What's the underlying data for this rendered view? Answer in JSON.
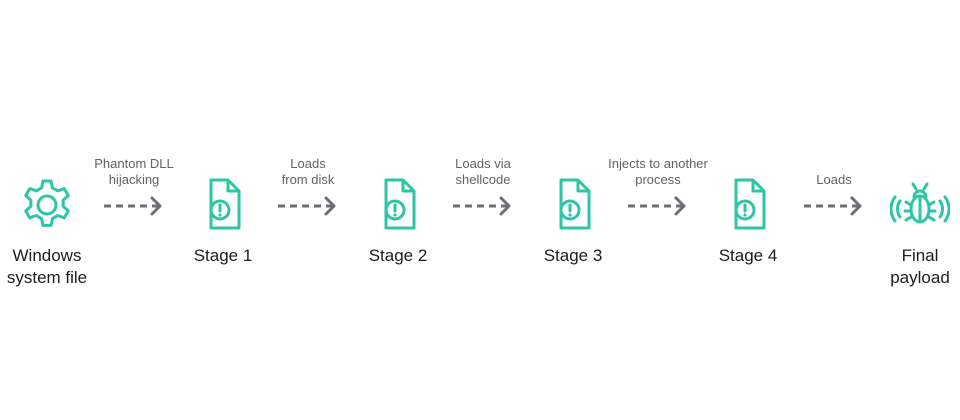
{
  "diagram": {
    "nodes": [
      {
        "id": "windows",
        "icon": "gear-icon",
        "label": "Windows\nsystem file"
      },
      {
        "id": "stage1",
        "icon": "file-alert-icon",
        "label": "Stage 1"
      },
      {
        "id": "stage2",
        "icon": "file-alert-icon",
        "label": "Stage 2"
      },
      {
        "id": "stage3",
        "icon": "file-alert-icon",
        "label": "Stage 3"
      },
      {
        "id": "stage4",
        "icon": "file-alert-icon",
        "label": "Stage 4"
      },
      {
        "id": "payload",
        "icon": "bug-icon",
        "label": "Final\npayload"
      }
    ],
    "edges": [
      {
        "label": "Phantom DLL\nhijacking"
      },
      {
        "label": "Loads\nfrom disk"
      },
      {
        "label": "Loads via\nshellcode"
      },
      {
        "label": "Injects to another\nprocess"
      },
      {
        "label": "Loads"
      }
    ]
  },
  "colors": {
    "accent": "#2ec4a6",
    "arrow": "#6b6e75"
  }
}
